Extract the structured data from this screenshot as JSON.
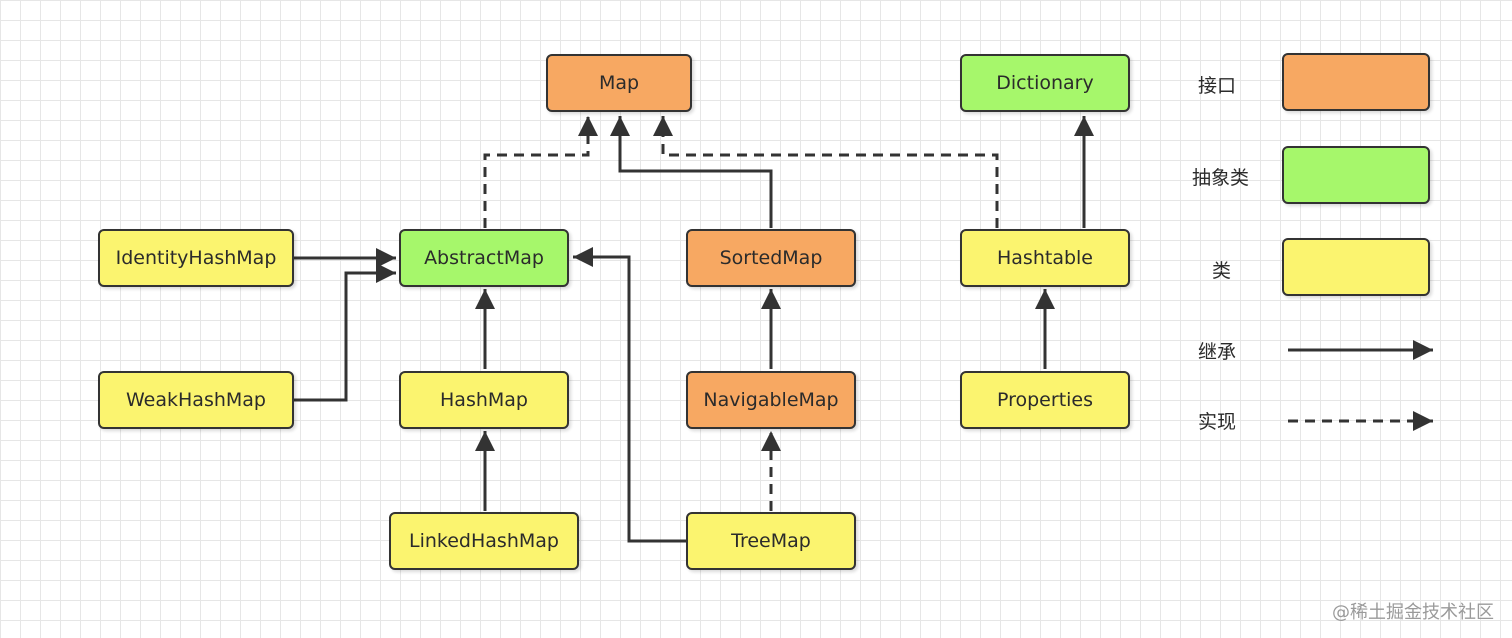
{
  "nodes": {
    "map": {
      "label": "Map",
      "kind": "interface"
    },
    "dictionary": {
      "label": "Dictionary",
      "kind": "abstract"
    },
    "identityhashmap": {
      "label": "IdentityHashMap",
      "kind": "class"
    },
    "abstractmap": {
      "label": "AbstractMap",
      "kind": "abstract"
    },
    "sortedmap": {
      "label": "SortedMap",
      "kind": "interface"
    },
    "hashtable": {
      "label": "Hashtable",
      "kind": "class"
    },
    "weakhashmap": {
      "label": "WeakHashMap",
      "kind": "class"
    },
    "hashmap": {
      "label": "HashMap",
      "kind": "class"
    },
    "navigablemap": {
      "label": "NavigableMap",
      "kind": "interface"
    },
    "properties": {
      "label": "Properties",
      "kind": "class"
    },
    "linkedhashmap": {
      "label": "LinkedHashMap",
      "kind": "class"
    },
    "treemap": {
      "label": "TreeMap",
      "kind": "class"
    }
  },
  "edges": [
    {
      "from": "abstractmap",
      "to": "map",
      "type": "realization"
    },
    {
      "from": "sortedmap",
      "to": "map",
      "type": "inheritance"
    },
    {
      "from": "hashtable",
      "to": "map",
      "type": "realization"
    },
    {
      "from": "hashtable",
      "to": "dictionary",
      "type": "inheritance"
    },
    {
      "from": "identityhashmap",
      "to": "abstractmap",
      "type": "inheritance"
    },
    {
      "from": "weakhashmap",
      "to": "abstractmap",
      "type": "inheritance"
    },
    {
      "from": "hashmap",
      "to": "abstractmap",
      "type": "inheritance"
    },
    {
      "from": "treemap",
      "to": "abstractmap",
      "type": "inheritance"
    },
    {
      "from": "navigablemap",
      "to": "sortedmap",
      "type": "inheritance"
    },
    {
      "from": "treemap",
      "to": "navigablemap",
      "type": "realization"
    },
    {
      "from": "linkedhashmap",
      "to": "hashmap",
      "type": "inheritance"
    },
    {
      "from": "properties",
      "to": "hashtable",
      "type": "inheritance"
    }
  ],
  "legend": {
    "interface": {
      "label": "接口"
    },
    "abstract": {
      "label": "抽象类"
    },
    "class": {
      "label": "类"
    },
    "inheritance": {
      "label": "继承"
    },
    "realization": {
      "label": "实现"
    }
  },
  "colors": {
    "interface": "#f7a862",
    "abstract": "#a6f76b",
    "class": "#fbf46f",
    "line": "#333333"
  },
  "watermark": "@稀土掘金技术社区"
}
